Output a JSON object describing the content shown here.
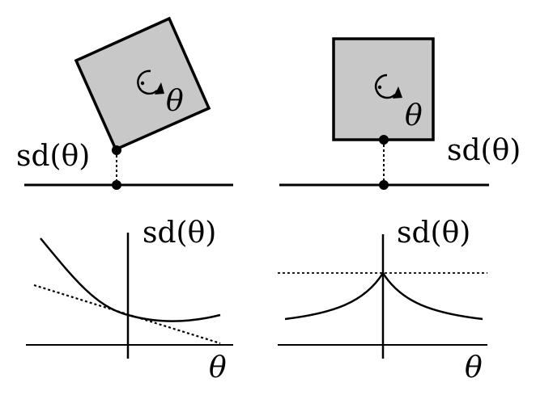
{
  "figure": {
    "colors": {
      "ink": "#000000",
      "box_fill": "#c8c8c8",
      "background": "#ffffff"
    },
    "top_left": {
      "sd_label": "sd(θ)",
      "theta_label": "θ",
      "box_rotation_deg": -25,
      "rotation_icon": "counterclockwise-rotation-arrow"
    },
    "top_right": {
      "sd_label": "sd(θ)",
      "theta_label": "θ",
      "box_rotation_deg": 0,
      "rotation_icon": "counterclockwise-rotation-arrow"
    },
    "bottom_left": {
      "y_axis_label": "sd(θ)",
      "x_axis_label": "θ",
      "curve": "smooth convex curve with dotted tangent line at θ = 0"
    },
    "bottom_right": {
      "y_axis_label": "sd(θ)",
      "x_axis_label": "θ",
      "curve": "cusp (non-smooth) peak at θ = 0 with dotted horizontal line"
    }
  }
}
